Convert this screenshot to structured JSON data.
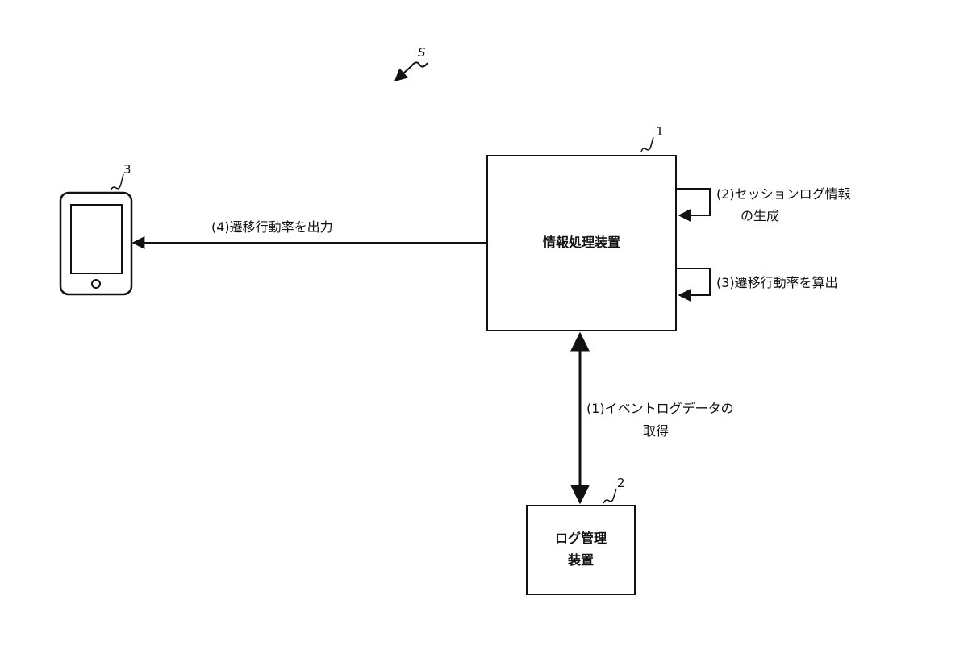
{
  "colors": {
    "line": "#111111",
    "background": "#ffffff"
  },
  "system_ref": "S",
  "info_device": {
    "ref": "1",
    "label": "情報処理装置"
  },
  "log_device": {
    "ref": "2",
    "label_lines": [
      "ログ管理",
      "装置"
    ]
  },
  "terminal": {
    "ref": "3",
    "icon": "tablet-icon"
  },
  "steps": {
    "step1": [
      "(1)イベントログデータの",
      "取得"
    ],
    "step2": [
      "(2)セッションログ情報",
      "の生成"
    ],
    "step3": "(3)遷移行動率を算出",
    "step4": "(4)遷移行動率を出力"
  }
}
